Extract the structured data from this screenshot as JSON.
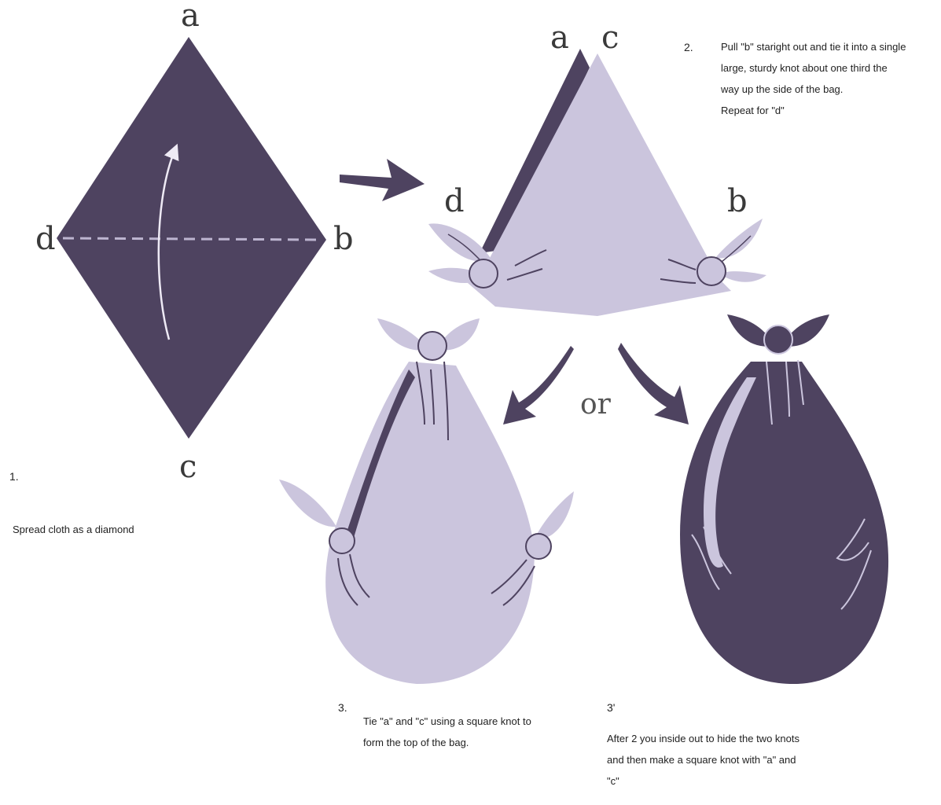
{
  "colors": {
    "dark_cloth": "#4e4360",
    "light_cloth": "#cbc5dd",
    "fold_line": "#bdb5d0",
    "crease": "#4e4360"
  },
  "step1": {
    "corners": {
      "a": "a",
      "b": "b",
      "c": "c",
      "d": "d"
    },
    "number": "1.",
    "text": "Spread cloth as a diamond"
  },
  "step2": {
    "corners": {
      "a": "a",
      "c": "c",
      "d": "d",
      "b": "b"
    },
    "number": "2.",
    "text": "Pull \"b\" staright out and tie it into a single\nlarge, sturdy knot about one third the\nway up the side of the bag.\nRepeat for \"d\""
  },
  "or_label": "or",
  "step3": {
    "number": "3.",
    "text": "Tie \"a\" and \"c\" using a square knot to\nform the top of the bag."
  },
  "step3b": {
    "number": "3'",
    "text": "After 2 you inside out to hide the two knots\nand then make a square knot with \"a\" and\n\"c\""
  }
}
